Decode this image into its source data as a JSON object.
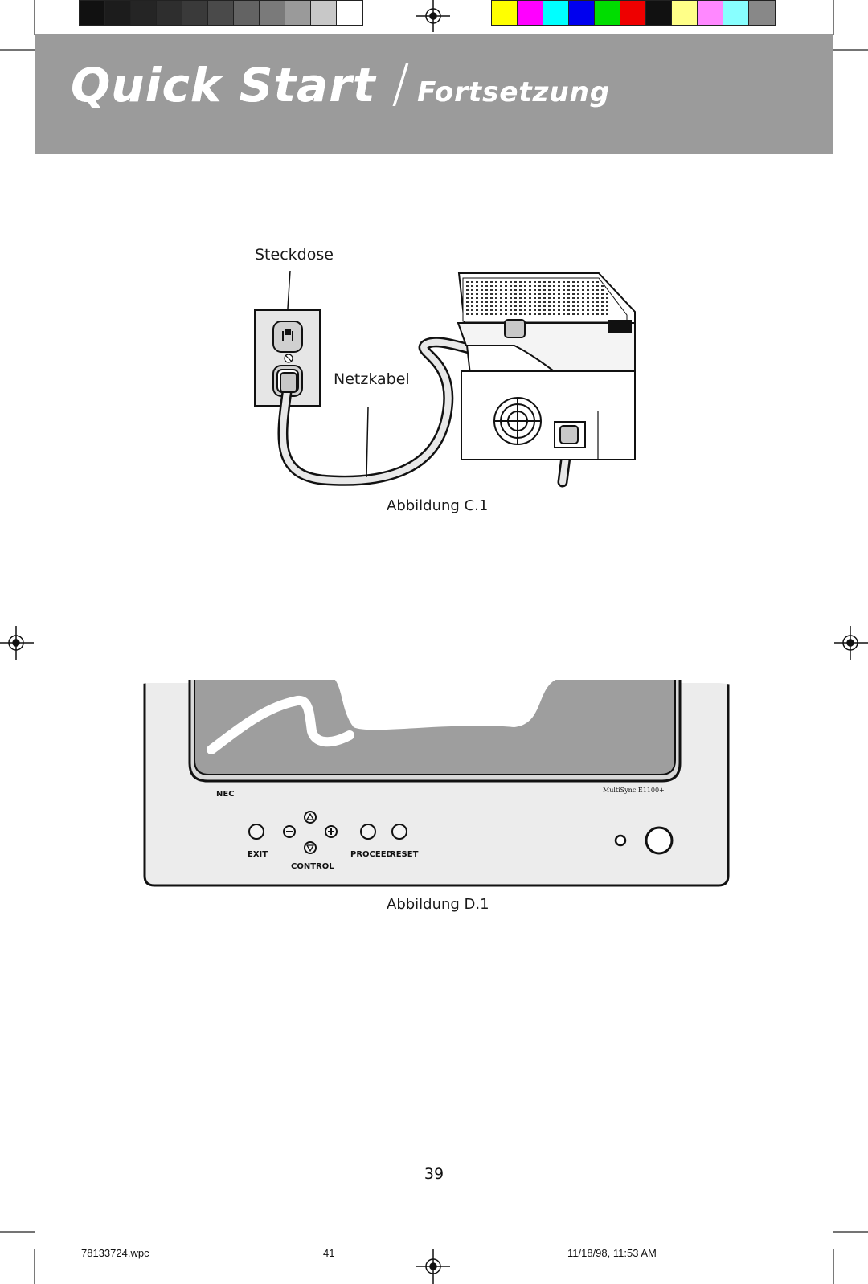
{
  "calibration": {
    "grayscale": [
      "#111111",
      "#1c1c1c",
      "#252525",
      "#2e2e2e",
      "#3a3a3a",
      "#4a4a4a",
      "#636363",
      "#7a7a7a",
      "#9a9a9a",
      "#c8c8c8",
      "#ffffff"
    ],
    "colors": [
      "#ffff00",
      "#ff00ff",
      "#00ffff",
      "#0000ee",
      "#00dd00",
      "#ee0000",
      "#111111",
      "#ffff88",
      "#ff88ff",
      "#88ffff",
      "#888888"
    ]
  },
  "header": {
    "title": "Quick Start",
    "separator": "/",
    "subtitle": "Fortsetzung",
    "banner_color": "#9b9b9b"
  },
  "figure_c1": {
    "outlet_label": "Steckdose",
    "cable_label": "Netzkabel",
    "caption": "Abbildung C.1"
  },
  "figure_d1": {
    "brand": "NEC",
    "model": "MultiSync E1100+",
    "buttons": {
      "exit": "EXIT",
      "control": "CONTROL",
      "proceed": "PROCEED",
      "reset": "RESET"
    },
    "caption": "Abbildung D.1"
  },
  "page_number": "39",
  "footer": {
    "file": "78133724.wpc",
    "sheet": "41",
    "datetime": "11/18/98, 11:53 AM"
  }
}
